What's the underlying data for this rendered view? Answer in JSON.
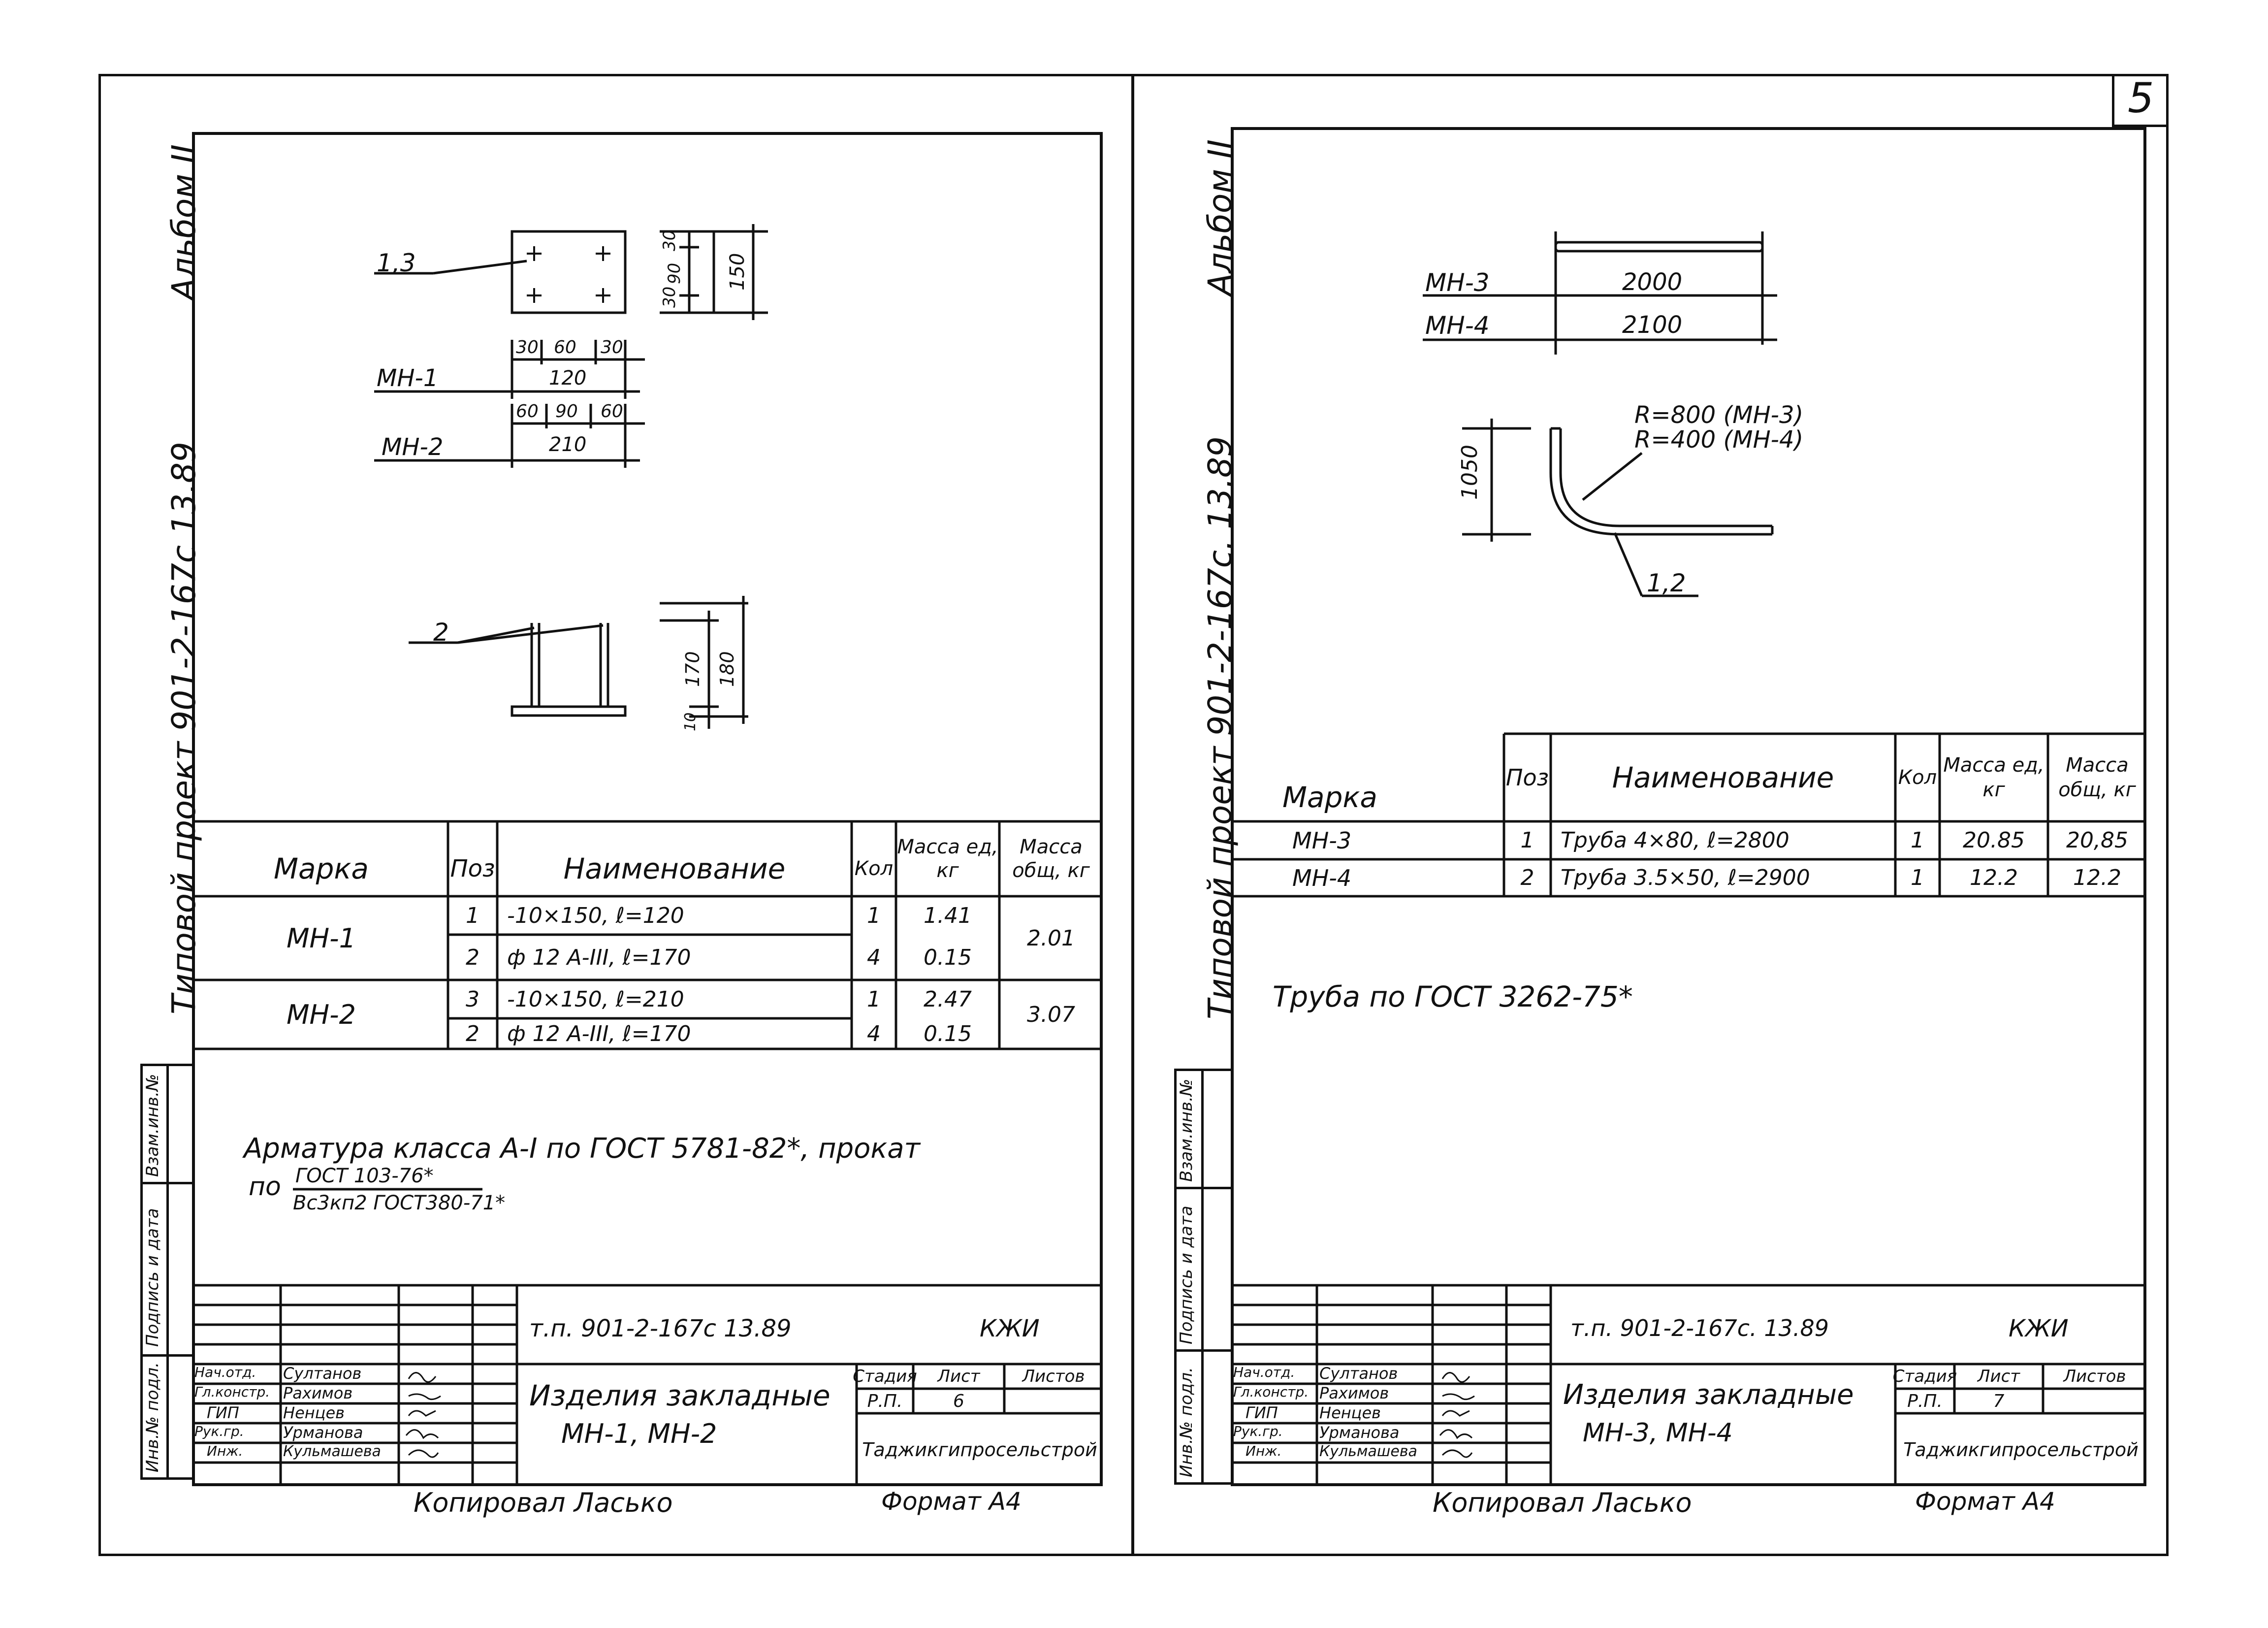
{
  "page_number": "5",
  "sheets": [
    {
      "album": "Альбом II",
      "project": "Типовой проект 901-2-167с 13.89",
      "side_stamp": [
        "Инв.№ подл.",
        "Подпись и дата",
        "Взам.инв.№"
      ],
      "drawing": {
        "pos_callout_top": "1,3",
        "pos_callout_bottom": "2",
        "dim_vertical_small": [
          "30",
          "90",
          "30"
        ],
        "dim_vertical_total": "150",
        "mn1_label": "МН-1",
        "mn1_top_dims": [
          "30",
          "60",
          "30"
        ],
        "mn1_total": "120",
        "mn2_label": "МН-2",
        "mn2_top_dims": [
          "60",
          "90",
          "60"
        ],
        "mn2_total": "210",
        "side_dim_inner": "170",
        "side_dim_outer": "180",
        "side_dim_bottom": "10"
      },
      "table": {
        "headers": [
          "Марка",
          "Поз",
          "Наименование",
          "Кол",
          "Масса ед, кг",
          "Масса общ, кг"
        ],
        "rows": [
          {
            "marka": "МН-1",
            "items": [
              {
                "poz": "1",
                "name": "-10×150,  ℓ=120",
                "kol": "1",
                "mass": "1.41"
              },
              {
                "poz": "2",
                "name": "ф 12 А-III,  ℓ=170",
                "kol": "4",
                "mass": "0.15"
              }
            ],
            "total": "2.01"
          },
          {
            "marka": "МН-2",
            "items": [
              {
                "poz": "3",
                "name": "-10×150,  ℓ=210",
                "kol": "1",
                "mass": "2.47"
              },
              {
                "poz": "2",
                "name": "ф 12 А-III,  ℓ=170",
                "kol": "4",
                "mass": "0.15"
              }
            ],
            "total": "3.07"
          }
        ]
      },
      "note_line1": "Арматура  класса  А-I  по ГОСТ 5781-82*, прокат",
      "note_line2_prefix": "по",
      "note_fraction_top": "ГОСТ 103-76*",
      "note_fraction_bottom": "Вс3кп2 ГОСТ380-71*",
      "title_block": {
        "code": "т.п. 901-2-167с  13.89",
        "section": "КЖИ",
        "roles": [
          "Нач.отд.",
          "Гл.констр.",
          "ГИП",
          "Рук.гр.",
          "Инж."
        ],
        "names": [
          "Султанов",
          "Рахимов",
          "Ненцев",
          "Урманова",
          "Кульмашева"
        ],
        "title_line1": "Изделия  закладные",
        "title_line2": "МН-1,  МН-2",
        "stage_h": "Стадия",
        "sheet_h": "Лист",
        "sheets_h": "Листов",
        "stage": "Р.П.",
        "sheet": "6",
        "sheets": "",
        "org": "Таджикгипросельстрой"
      },
      "footer_copy": "Копировал   Ласько",
      "footer_format": "Формат  А4"
    },
    {
      "album": "Альбом II",
      "project": "Типовой проект 901-2-167с. 13.89",
      "side_stamp": [
        "Инв.№ подл.",
        "Подпись и дата",
        "Взам.инв.№"
      ],
      "drawing": {
        "mn3_label": "МН-3",
        "mn3_len": "2000",
        "mn4_label": "МН-4",
        "mn4_len": "2100",
        "radius1": "R=800 (МН-3)",
        "radius2": "R=400 (МН-4)",
        "height": "1050",
        "pos_callout": "1,2"
      },
      "table": {
        "headers": [
          "Марка",
          "Поз",
          "Наименование",
          "Кол",
          "Масса ед, кг",
          "Масса общ, кг"
        ],
        "rows": [
          {
            "marka": "МН-3",
            "poz": "1",
            "name": "Труба 4×80,  ℓ=2800",
            "kol": "1",
            "mass": "20.85",
            "total": "20,85"
          },
          {
            "marka": "МН-4",
            "poz": "2",
            "name": "Труба 3.5×50,  ℓ=2900",
            "kol": "1",
            "mass": "12.2",
            "total": "12.2"
          }
        ]
      },
      "note": "Труба по ГОСТ 3262-75*",
      "title_block": {
        "code": "т.п. 901-2-167с. 13.89",
        "section": "КЖИ",
        "roles": [
          "Нач.отд.",
          "Гл.констр.",
          "ГИП",
          "Рук.гр.",
          "Инж."
        ],
        "names": [
          "Султанов",
          "Рахимов",
          "Ненцев",
          "Урманова",
          "Кульмашева"
        ],
        "title_line1": "Изделия  закладные",
        "title_line2": "МН-3,  МН-4",
        "stage_h": "Стадия",
        "sheet_h": "Лист",
        "sheets_h": "Листов",
        "stage": "Р.П.",
        "sheet": "7",
        "sheets": "",
        "org": "Таджикгипросельстрой"
      },
      "footer_copy": "Копировал   Ласько",
      "footer_format": "Формат  А4"
    }
  ]
}
